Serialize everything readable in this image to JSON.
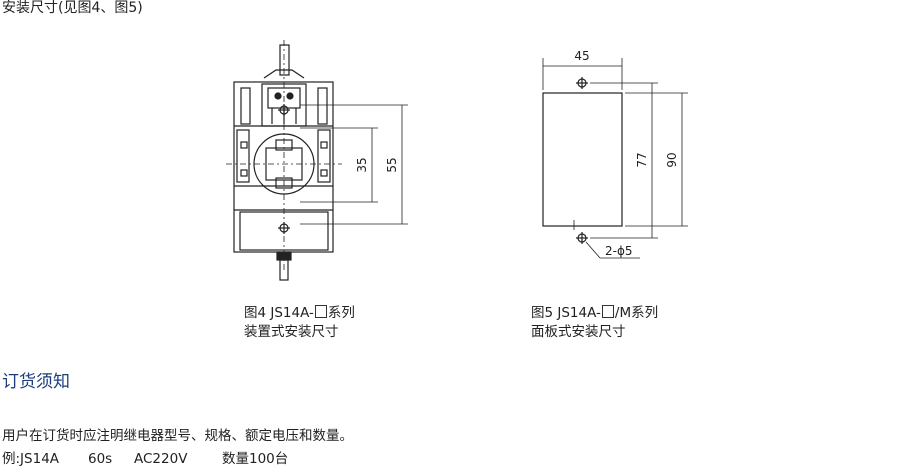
{
  "section_title": "安装尺寸(见图4、图5)",
  "figure4": {
    "caption_line1_prefix": "图4 JS14A-",
    "caption_line1_suffix": "系列",
    "caption_line2": "装置式安装尺寸",
    "dim_inner": "35",
    "dim_outer": "55"
  },
  "figure5": {
    "caption_line1_prefix": "图5 JS14A-",
    "caption_line1_suffix": "/M系列",
    "caption_line2": "面板式安装尺寸",
    "dim_width": "45",
    "dim_hole_spacing": "77",
    "dim_height": "90",
    "dim_hole_label": "2-ϕ5"
  },
  "order": {
    "title": "订货须知",
    "text": "用户在订货时应注明继电器型号、规格、额定电压和数量。",
    "example_prefix": "例:JS14A",
    "example_time": "60s",
    "example_voltage": "AC220V",
    "example_qty": "数量100台"
  }
}
